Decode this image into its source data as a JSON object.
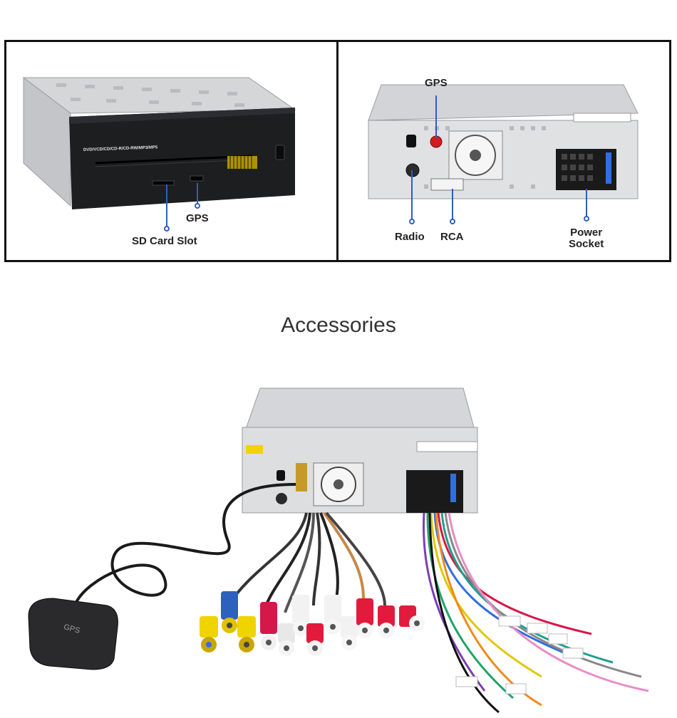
{
  "front_panel": {
    "label_text": "DVD/VCD/CD/CD-R/CD-RW/MP3/MP5",
    "callouts": {
      "gps": "GPS",
      "sd_card_slot": "SD Card Slot"
    }
  },
  "rear_panel": {
    "callouts": {
      "gps": "GPS",
      "radio": "Radio",
      "rca": "RCA",
      "power_socket_line1": "Power",
      "power_socket_line2": "Socket"
    }
  },
  "section": {
    "heading": "Accessories"
  },
  "gps_antenna_label": "GPS",
  "colors": {
    "accent": "#2f5fbf",
    "border": "#111111",
    "heading": "#333333"
  }
}
